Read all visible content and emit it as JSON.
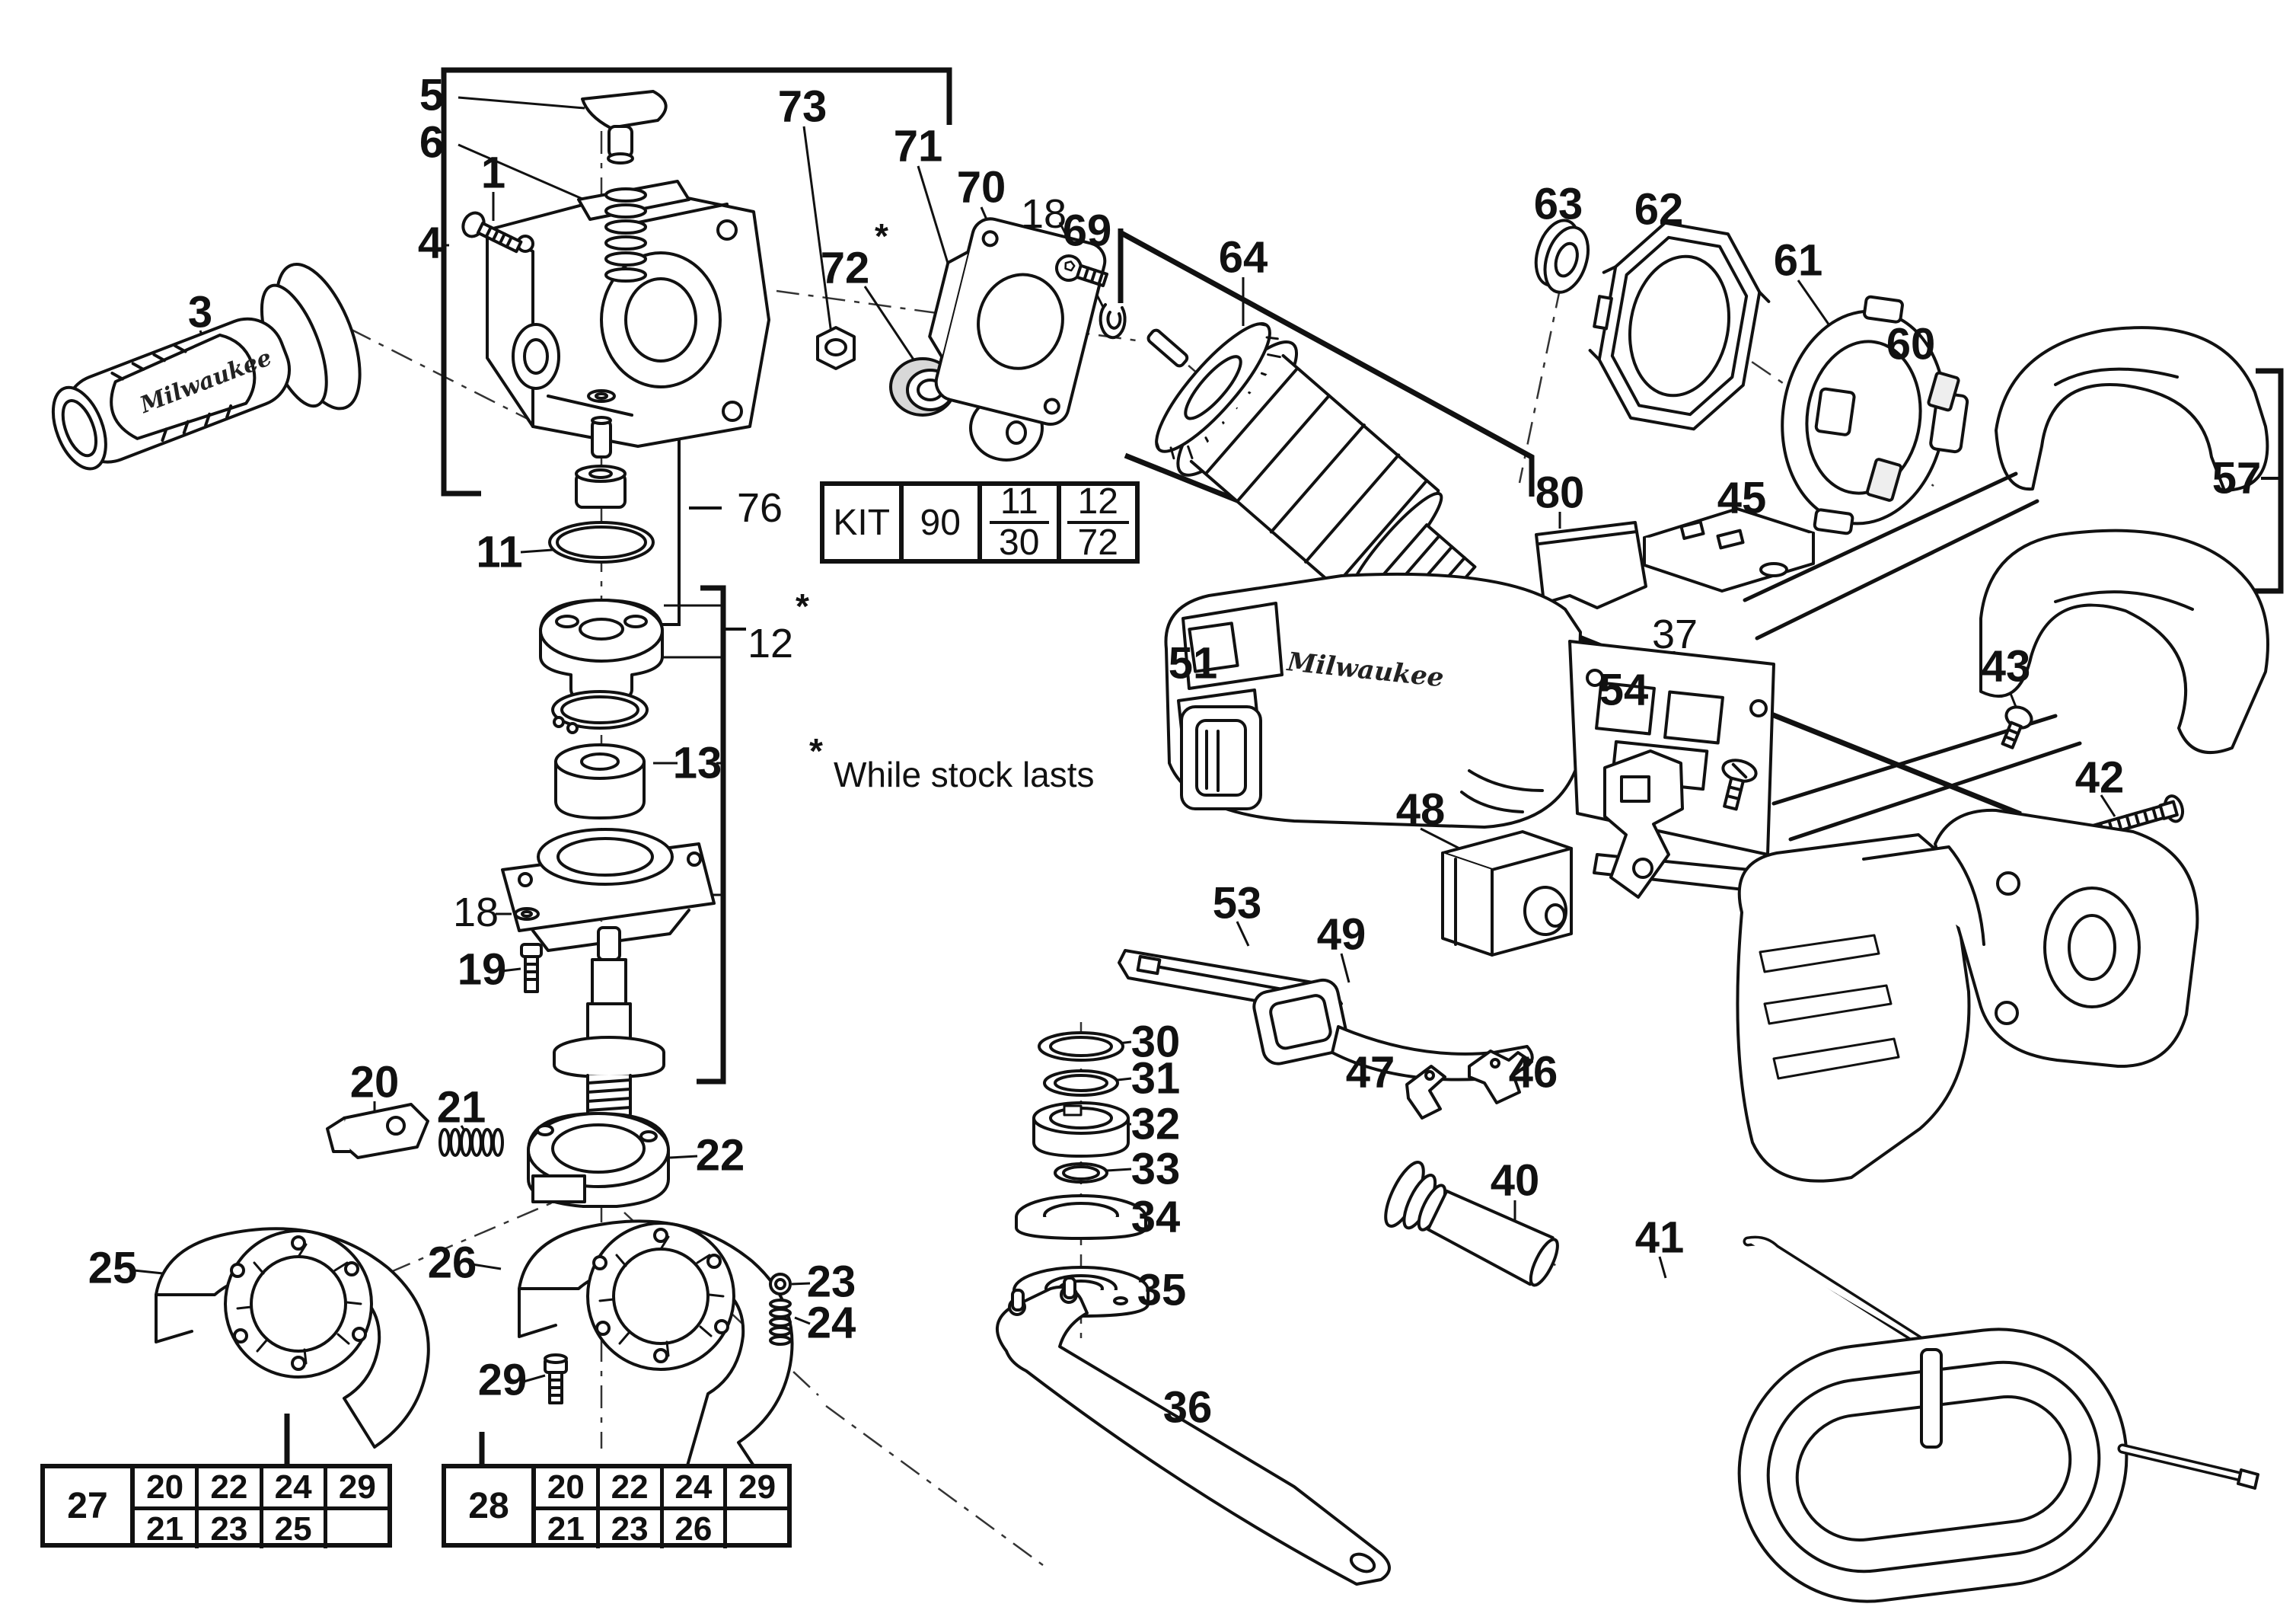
{
  "diagram": {
    "brand_logo": "Milwaukee",
    "asterisk": "*",
    "note": {
      "marker": "*",
      "text": "While stock lasts"
    },
    "kit_table": {
      "label": "KIT",
      "code": "90",
      "frac1_top": "11",
      "frac1_bottom": "30",
      "frac2_top": "12",
      "frac2_bottom": "72"
    },
    "ref_tables": [
      {
        "header": "27",
        "row1": [
          "20",
          "22",
          "24",
          "29"
        ],
        "row2": [
          "21",
          "23",
          "25",
          ""
        ]
      },
      {
        "header": "28",
        "row1": [
          "20",
          "22",
          "24",
          "29"
        ],
        "row2": [
          "21",
          "23",
          "26",
          ""
        ]
      }
    ],
    "parts": [
      {
        "label": "5"
      },
      {
        "label": "6"
      },
      {
        "label": "1"
      },
      {
        "label": "4"
      },
      {
        "label": "3"
      },
      {
        "label": "73"
      },
      {
        "label": "71"
      },
      {
        "label": "70"
      },
      {
        "label": "18"
      },
      {
        "label": "69"
      },
      {
        "label": "72"
      },
      {
        "label": "64"
      },
      {
        "label": "63"
      },
      {
        "label": "62"
      },
      {
        "label": "61"
      },
      {
        "label": "60"
      },
      {
        "label": "57"
      },
      {
        "label": "80"
      },
      {
        "label": "45"
      },
      {
        "label": "37"
      },
      {
        "label": "43"
      },
      {
        "label": "42"
      },
      {
        "label": "76"
      },
      {
        "label": "11"
      },
      {
        "label": "12"
      },
      {
        "label": "13"
      },
      {
        "label": "51"
      },
      {
        "label": "54"
      },
      {
        "label": "48"
      },
      {
        "label": "53"
      },
      {
        "label": "49"
      },
      {
        "label": "47"
      },
      {
        "label": "46"
      },
      {
        "label": "18"
      },
      {
        "label": "19"
      },
      {
        "label": "20"
      },
      {
        "label": "21"
      },
      {
        "label": "22"
      },
      {
        "label": "25"
      },
      {
        "label": "26"
      },
      {
        "label": "23"
      },
      {
        "label": "24"
      },
      {
        "label": "29"
      },
      {
        "label": "30"
      },
      {
        "label": "31"
      },
      {
        "label": "32"
      },
      {
        "label": "33"
      },
      {
        "label": "34"
      },
      {
        "label": "35"
      },
      {
        "label": "36"
      },
      {
        "label": "40"
      },
      {
        "label": "41"
      }
    ]
  }
}
